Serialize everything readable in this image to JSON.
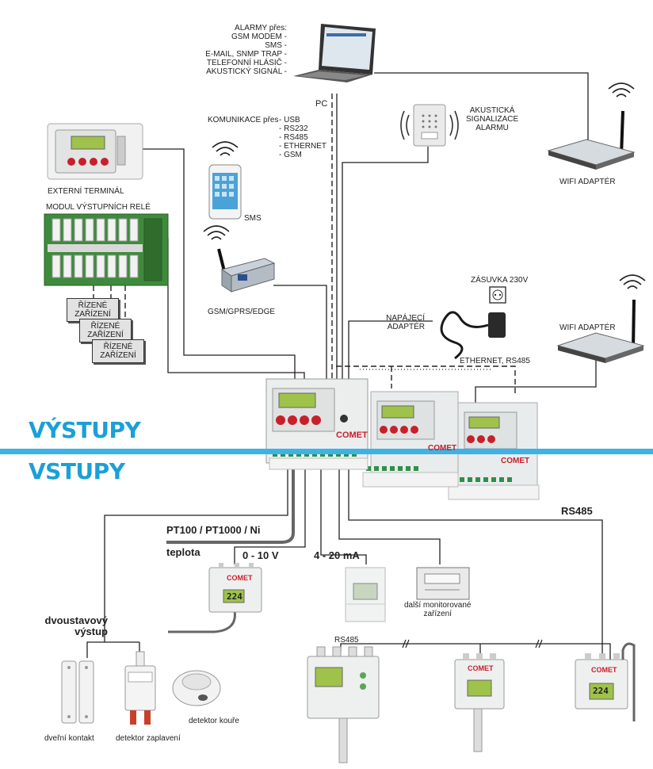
{
  "labels": {
    "alarms_title": "ALARMY přes:",
    "alarms_items": [
      "GSM MODEM -",
      "SMS -",
      "E-MAIL, SNMP TRAP -",
      "TELEFONNÍ HLÁSIČ -",
      "AKUSTICKÝ SIGNÁL -"
    ],
    "pc": "PC",
    "comm_title": "KOMUNIKACE přes",
    "comm_items": [
      "- USB",
      "- RS232",
      "- RS485",
      "- ETHERNET",
      "- GSM"
    ],
    "acoustic": [
      "AKUSTICKÁ",
      "SIGNALIZACE",
      "ALARMU"
    ],
    "wifi_top": "WIFI ADAPTÉR",
    "wifi_right": "WIFI ADAPTÉR",
    "external_terminal": "EXTERNÍ TERMINÁL",
    "relay_module": "MODUL VÝSTUPNÍCH RELÉ",
    "sms": "SMS",
    "gsm_modem": "GSM/GPRS/EDGE",
    "socket": "ZÁSUVKA 230V",
    "power_adapter": [
      "NAPÁJECÍ",
      "ADAPTÉR"
    ],
    "ethernet_rs485": "ETHERNET, RS485",
    "controlled_device": [
      "ŘÍZENÉ",
      "ZAŘÍZENÍ"
    ],
    "outputs": "VÝSTUPY",
    "inputs": "VSTUPY",
    "pt": "PT100 / PT1000 / Ni",
    "temperature": "teplota",
    "volt": "0 - 10 V",
    "current": "4 - 20 mA",
    "rs485_right": "RS485",
    "rs485_bottom": "RS485",
    "other_devices": [
      "další monitorované",
      "zařízení"
    ],
    "two_state": [
      "dvoustavový",
      "výstup"
    ],
    "door_contact": "dveřní kontakt",
    "flood_detector": "detektor zaplavení",
    "smoke_detector": "detektor kouře"
  },
  "device_texts": {
    "comet": "COMET",
    "display_value": "224"
  },
  "colors": {
    "accent": "#1aa0d8",
    "band": "#3db2e6",
    "wire": "#222222",
    "device_body": "#e9ecec",
    "button_red": "#c8202a",
    "pcb_green": "#3f8a3c"
  }
}
